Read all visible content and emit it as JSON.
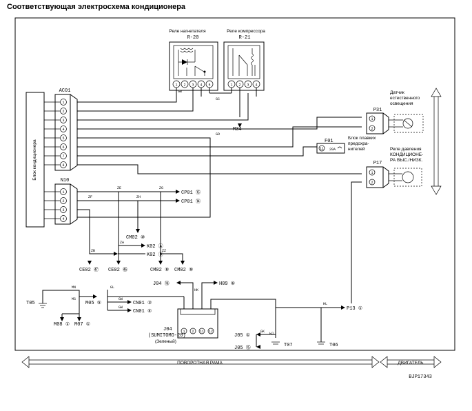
{
  "title": "Соответствующая электросхема кондиционера",
  "relay_blower": {
    "label": "Реле нагнетателя",
    "code": "R-20",
    "pins": [
      "1",
      "2",
      "3",
      "4",
      "5"
    ]
  },
  "relay_compressor": {
    "label": "Реле компрессора",
    "code": "R-21",
    "pins": [
      "1",
      "2",
      "3",
      "4"
    ]
  },
  "ac01": {
    "code": "AC01",
    "pins": [
      "1",
      "2",
      "3",
      "4",
      "5",
      "6",
      "7",
      "8"
    ]
  },
  "n10": {
    "code": "N10",
    "pins": [
      "1",
      "2",
      "3",
      "4"
    ]
  },
  "controller": {
    "label": "Блок кондиционера"
  },
  "p31": {
    "code": "P31",
    "pins": [
      "1",
      "2"
    ]
  },
  "p17": {
    "code": "P17",
    "pins": [
      "1",
      "2"
    ]
  },
  "sunlight_sensor": {
    "label_lines": [
      "Датчик",
      "естественного",
      "освещения"
    ]
  },
  "pressure_relay": {
    "label_lines": [
      "Реле давления",
      "КОНДИЦИОНЕ-",
      "РА ВЫС./НИЗК."
    ]
  },
  "fuse": {
    "code": "F01",
    "pin": "11",
    "rating": "20A",
    "label_lines": [
      "Блок плавких",
      "предохра-",
      "нителей"
    ]
  },
  "j04": {
    "code": "J04",
    "sub": "(SUMITOMO-20)",
    "color": "(Зеленый)",
    "pins": [
      "1",
      "2",
      "11",
      "12"
    ]
  },
  "wire_codes": {
    "gb": "GB",
    "gc": "GC",
    "gd": "GD",
    "ze": "ZE",
    "zg": "ZG",
    "zf": "ZF",
    "zh": "ZH",
    "za": "ZA",
    "zb": "ZB",
    "zz": "ZZ",
    "hk": "HK",
    "hj": "HJ",
    "hl": "HL",
    "gk": "GK",
    "gl": "GL",
    "gw1": "GW",
    "gw2": "GW",
    "mn": "MN",
    "ms": "MS"
  },
  "terminals": {
    "m34": "M34",
    "cp01_15": "CP01 ⑮",
    "cp01_14": "CP01 ⑭",
    "cm02_10": "CM02 ⑩",
    "k02_a": "K02 Ⓐ",
    "k02_b": "K02 Ⓑ",
    "ce02_47": "CE02 ㊼",
    "ce02_46": "CE02 ㊻",
    "cm02_8": "CM02 ⑧",
    "cm02_9": "CM02 ⑨",
    "j04_18": "J04 ⑱",
    "h09_6": "H09 ⑥",
    "t05": "T05",
    "m05_5": "M05 ⑤",
    "cn01_3": "CN01 ③",
    "cn01_4": "CN01 ④",
    "m08_1": "M08 ①",
    "m07_1": "M07 ①",
    "p13_1": "P13 ①",
    "j05_1": "J05 ①",
    "j05_15": "J05 ⑮",
    "t07": "T07",
    "t06": "T06"
  },
  "footer": {
    "frame": "ПОВОРОТНАЯ РАМА",
    "engine": "ДВИГАТЕЛЬ",
    "figure_id": "BJP17343"
  }
}
